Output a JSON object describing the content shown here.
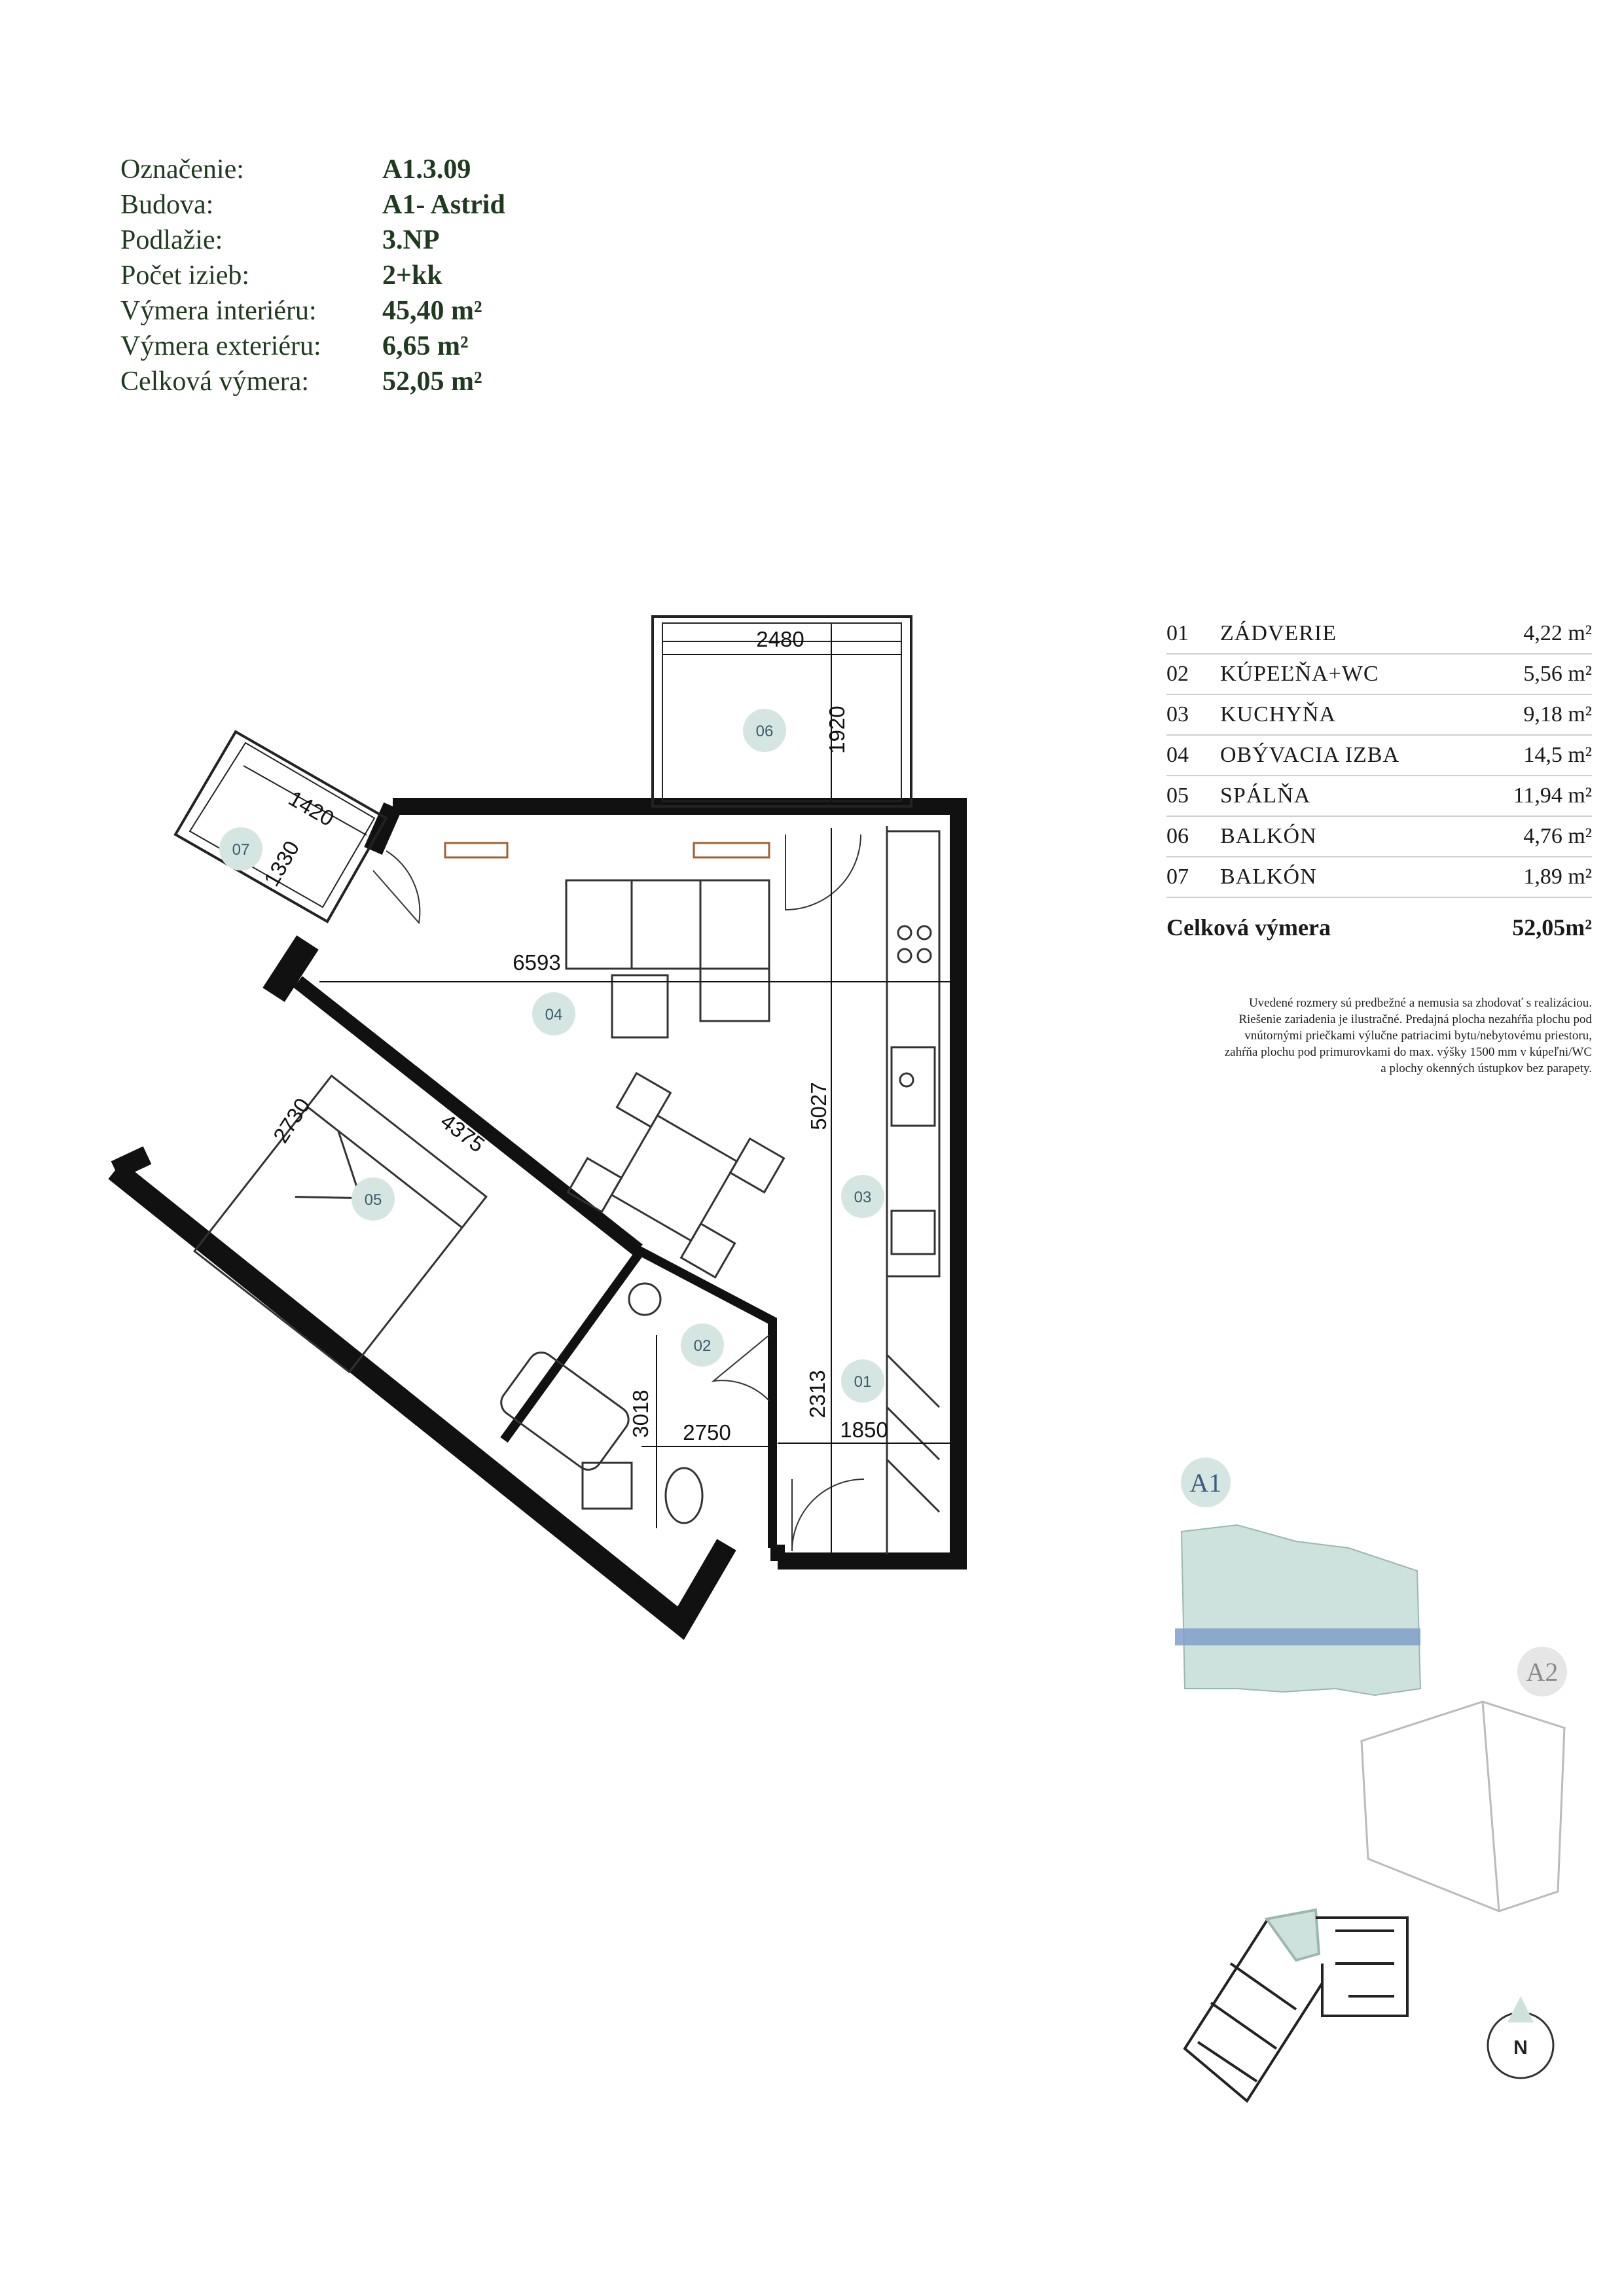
{
  "info": [
    {
      "label": "Označenie:",
      "value": "A1.3.09"
    },
    {
      "label": "Budova:",
      "value": "A1- Astrid"
    },
    {
      "label": "Podlažie:",
      "value": "3.NP"
    },
    {
      "label": "Počet izieb:",
      "value": "2+kk"
    },
    {
      "label": "Výmera interiéru:",
      "value": "45,40 m²"
    },
    {
      "label": "Výmera exteriéru:",
      "value": "6,65 m²"
    },
    {
      "label": "Celková výmera:",
      "value": "52,05 m²"
    }
  ],
  "rooms": [
    {
      "no": "01",
      "name": "ZÁDVERIE",
      "area": "4,22 m²"
    },
    {
      "no": "02",
      "name": "KÚPEĽŇA+WC",
      "area": "5,56 m²"
    },
    {
      "no": "03",
      "name": "KUCHYŇA",
      "area": "9,18 m²"
    },
    {
      "no": "04",
      "name": "OBÝVACIA IZBA",
      "area": "14,5 m²"
    },
    {
      "no": "05",
      "name": "SPÁLŇA",
      "area": "11,94 m²"
    },
    {
      "no": "06",
      "name": "BALKÓN",
      "area": "4,76 m²"
    },
    {
      "no": "07",
      "name": "BALKÓN",
      "area": "1,89 m²"
    }
  ],
  "total": {
    "label": "Celková výmera",
    "value": "52,05m²"
  },
  "note": [
    "Uvedené rozmery sú predbežné a nemusia sa zhodovať s realizáciou.",
    "Riešenie zariadenia je ilustračné. Predajná plocha nezahŕňa plochu pod",
    "vnútornými priečkami výlučne patriacimi bytu/nebytovému priestoru,",
    "zahŕňa plochu pod primurovkami do max. výšky 1500 mm v kúpeľni/WC",
    "a plochy okenných ústupkov bez parapety."
  ],
  "dimensions": {
    "d2480": "2480",
    "d1920": "1920",
    "d1420": "1420",
    "d1330": "1330",
    "d6593": "6593",
    "d5027": "5027",
    "d2730": "2730",
    "d4375": "4375",
    "d3018": "3018",
    "d2750": "2750",
    "d2313": "2313",
    "d1850": "1850"
  },
  "badges": {
    "b01": "01",
    "b02": "02",
    "b03": "03",
    "b04": "04",
    "b05": "05",
    "b06": "06",
    "b07": "07"
  },
  "buildings": {
    "a1": "A1",
    "a2": "A2"
  },
  "compass": "N",
  "colors": {
    "text_green": "#1f3a1f",
    "badge_fill": "#d5e6e2",
    "a1_highlight": "#7f9fc7",
    "a1_building": "#cde2dc"
  }
}
